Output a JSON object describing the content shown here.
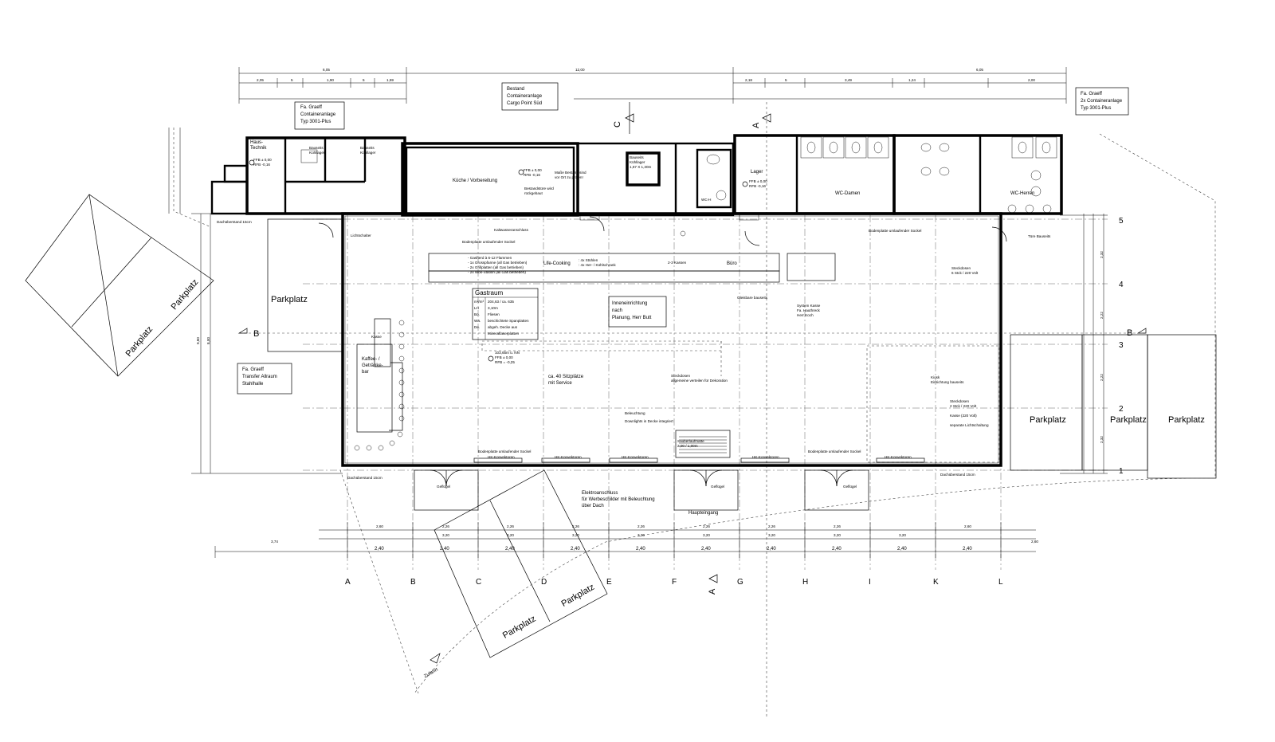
{
  "title_blocks": {
    "left": [
      "Fa. Graeff",
      "Containeranlage",
      "Typ 3001-Plus"
    ],
    "center": [
      "Bestand",
      "Containeranlage",
      "Cargo Point Süd"
    ],
    "right": [
      "Fa. Graeff",
      "2x Containeranlage",
      "Typ 3001-Plus"
    ],
    "transfer": [
      "Fa. Graeff",
      "Transfer Allraum",
      "Stahlhalle"
    ]
  },
  "rooms": {
    "haustechnik": [
      "Haus-",
      "Technik"
    ],
    "kuehlager1": [
      "Bauseits",
      "Kühllager"
    ],
    "kuehlager2": [
      "Bauseits",
      "Kühllager"
    ],
    "kueche": "Küche / Vorbereitung",
    "kueche_note": [
      "Maße Bestand sind",
      "vor Ort zu prüfen!"
    ],
    "kueche_note2": [
      "Bestandstüre wird",
      "rückgebaut"
    ],
    "kuehlager3": [
      "Bauseits",
      "Kühllager",
      "1,67 X 1,30m"
    ],
    "lager": "Lager",
    "wc_damen": "WC-Damen",
    "wc_herren": "WC-Herren",
    "gastraum": "Gastraum",
    "kaffee": [
      "Kaffee- /",
      "Getränke-",
      "bar"
    ],
    "buero": "Büro",
    "life_cooking": "Life-Cooking",
    "wc_h": "WC-H",
    "kasse": "Kasse"
  },
  "gastraum_table": [
    [
      "m²/m³",
      "204,63 / ca. 635"
    ],
    [
      "LH",
      "3,10m"
    ],
    [
      "Bo.",
      "Fliesen"
    ],
    [
      "Wä.",
      "beschichtete Spanplatten"
    ],
    [
      "De.",
      "abgeh. Decke aus"
    ],
    [
      "",
      "Mineralfaserplatten"
    ]
  ],
  "notes": {
    "inneneinrichtung": [
      "Inneneinrichtung",
      "nach",
      "Planung, Herr Butt"
    ],
    "sitzplaetze": [
      "ca. 40 Sitzplätze",
      "mit Service"
    ],
    "elektro": [
      "Elektroanschluss",
      "für Werbeschilder mit Beleuchtung",
      "über Dach"
    ],
    "haupteingang": "Haupteingang",
    "zufahrt": "Zufahrt",
    "ffb1": [
      "FFB ± 0,00",
      "RFB -0,16"
    ],
    "ffb_main": [
      "103,65m ü. NN",
      "FFB ± 0,00",
      "RFB = -0,25"
    ],
    "dachueberstand": "Dachüberstand 15cm",
    "lichtschalter": "Lichtschalter",
    "kaltwasser": "Kaltwasseranschluss",
    "bodenplatte": "Bodenplatte umlaufender Sockel",
    "hk": "HK-Konvektoren",
    "gasherd": [
      "- Gasherd à 6-12 Flammen",
      "- 1x Grosspfanne (all Gas betrieben)",
      "- 2x Grillplatten (all Gas betrieben)",
      "- 2x Wok-Station (all Gas betrieben)"
    ],
    "life_items": [
      ": 4x Stühlen",
      ": 4x Her- / Kühlschrank"
    ],
    "kassen": "2-3 Kassen",
    "system_kasse": [
      "System Kasse",
      "Fa. Hauthreck",
      "Herr Koch"
    ],
    "steckdosen_deko": [
      "Steckdosen",
      "allgemeine verteilen für Dekoration"
    ],
    "beleuchtung": "Beleuchtung",
    "downlights": "Downlights in Decke integriert",
    "sauberlauf": [
      "Sauberlaufmatte",
      "2,00 / 1,00m"
    ],
    "kiosk": [
      "Kiosk",
      "Einrichtung bauseits"
    ],
    "steckdosen_kiosk": [
      "Steckdosen",
      "2 Stck / 220 Volt"
    ],
    "kasse220": "Kasse (220 Volt)",
    "lichtschaltung": "separate Lichtschaltung",
    "gleisbare": "Gleisbare bauseits",
    "tuere": "Türe Bauseits",
    "gefluegel": "Geflügel",
    "parkplatz": "Parkplatz",
    "steckdosen_6": [
      "Steckdosen",
      "6 Stck / 220 Volt"
    ]
  },
  "axes": {
    "columns": [
      "A",
      "B",
      "C",
      "D",
      "E",
      "F",
      "G",
      "H",
      "I",
      "K",
      "L"
    ],
    "rows": [
      "1",
      "2",
      "3",
      "4",
      "5"
    ]
  },
  "section_marks": {
    "b_left": "B",
    "b_right": "B",
    "a_top": "A",
    "c_top": "C",
    "a_bottom": "A"
  },
  "dims": {
    "top_total": "12,00",
    "top_left": "6,05",
    "top_right": "6,05",
    "row1": [
      "2,05",
      "5",
      "1,90",
      "5",
      "1,59"
    ],
    "row1r": [
      "2,18",
      "5",
      "3,49",
      "1,24",
      "2,00"
    ],
    "bottom_240": [
      "2,40",
      "2,40",
      "2,40",
      "2,40",
      "2,40",
      "2,40",
      "2,40",
      "2,40",
      "2,40",
      "2,40"
    ],
    "bottom_226": [
      "2,60",
      "2,26",
      "2,26",
      "2,26",
      "2,26",
      "2,26",
      "2,26",
      "2,26",
      "2,60"
    ],
    "bottom_320": [
      "3,20",
      "3,20",
      "3,20",
      "3,20",
      "3,20",
      "3,20",
      "3,20",
      "3,20"
    ],
    "left_vert": [
      "9,80",
      "8,00"
    ],
    "right_vert": [
      "2,32",
      "2,22",
      "2,22",
      "2,32"
    ],
    "left_side": "3,74",
    "right_side": "2,60"
  },
  "colors": {
    "line": "#000000",
    "paper": "#ffffff",
    "axis": "#666666"
  }
}
